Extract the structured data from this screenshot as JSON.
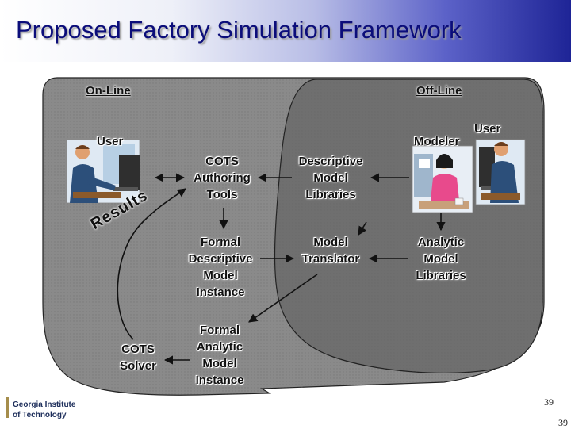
{
  "title": "Proposed Factory Simulation Framework",
  "zones": {
    "online": "On-Line",
    "offline": "Off-Line"
  },
  "users": {
    "left": "User",
    "right": "User",
    "modeler": "Modeler"
  },
  "boxes": {
    "cots_authoring": [
      "COTS",
      "Authoring",
      "Tools"
    ],
    "descriptive_libraries": [
      "Descriptive",
      "Model",
      "Libraries"
    ],
    "formal_descriptive": [
      "Formal",
      "Descriptive",
      "Model",
      "Instance"
    ],
    "model_translator": [
      "Model",
      "Translator"
    ],
    "analytic_libraries": [
      "Analytic",
      "Model",
      "Libraries"
    ],
    "formal_analytic": [
      "Formal",
      "Analytic",
      "Model",
      "Instance"
    ],
    "cots_solver": [
      "COTS",
      "Solver"
    ]
  },
  "results_label": "Results",
  "logo": {
    "line1": "Georgia Institute",
    "line2": "of Technology"
  },
  "page_number": "39",
  "page_number_corner": "39",
  "colors": {
    "title": "#0b0d7a",
    "online_region": "#8a8a8a",
    "offline_region": "#6f6f6f"
  }
}
